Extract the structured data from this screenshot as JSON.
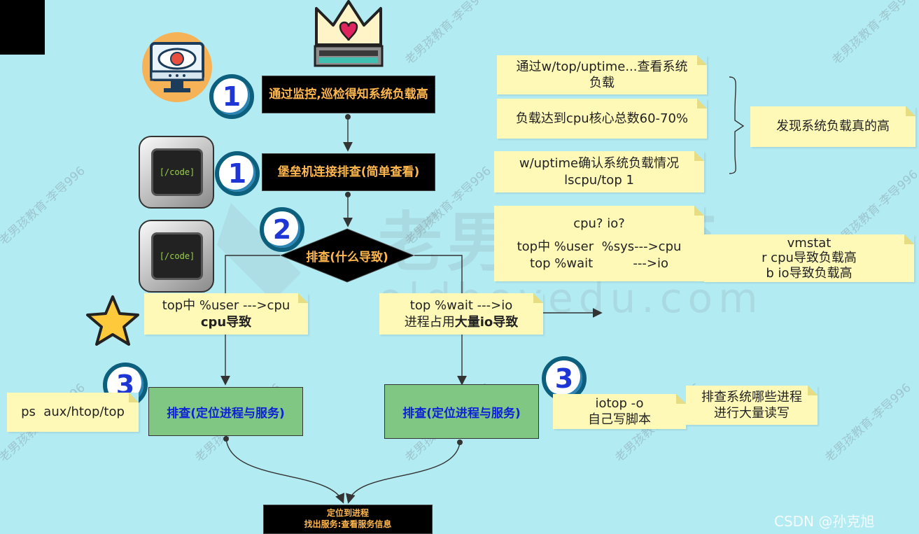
{
  "flow": {
    "step1a": "通过监控,巡检得知系统负载高",
    "step1b": "堡垒机连接排查(简单查看)",
    "decision": "排查(什么导致)",
    "left_green": "排查(定位进程与服务)",
    "right_green": "排查(定位进程与服务)",
    "bottom_line1": "定位到进程",
    "bottom_line2": "找出服务:查看服务信息"
  },
  "badges": {
    "b1a": "1",
    "b1b": "1",
    "b2": "2",
    "b3left": "3",
    "b3right": "3"
  },
  "notes": {
    "n1": "通过w/top/uptime...查看系统负载",
    "n2": "负载达到cpu核心总数60-70%",
    "n3_line1": "w/uptime确认系统负载情况",
    "n3_line2": "lscpu/top 1",
    "n4": "发现系统负载真的高",
    "n5_line1": "cpu?  io?",
    "n5_line2": "top中 %user  %sys--->cpu",
    "n5_line3": "top %wait          --->io",
    "n6_line1": "vmstat",
    "n6_line2": "r cpu导致负载高",
    "n6_line3": "b io导致负载高",
    "n7_line1": "top中 %user --->cpu",
    "n7_line2": "cpu导致",
    "n8_line1": "top %wait --->io",
    "n8_line2a": "进程占用",
    "n8_line2b": "大量io导致",
    "n9": "ps  aux/htop/top",
    "n10_line1": "iotop -o",
    "n10_line2": "自己写脚本",
    "n11_line1": "排查系统哪些进程",
    "n11_line2": "进行大量读写"
  },
  "icons": {
    "monitor_code_label": "[/code]"
  },
  "watermarks": {
    "repeated": "老男孩教育-李导996",
    "logo_cn": "老男孩教育",
    "logo_en": "oldboyedu.com",
    "csdn": "CSDN @孙克旭"
  },
  "colors": {
    "background": "#b2ebf2",
    "note": "#fff9b8",
    "green": "#81c784",
    "black_text": "#ffb74d",
    "badge_digit": "#1e36d6"
  }
}
